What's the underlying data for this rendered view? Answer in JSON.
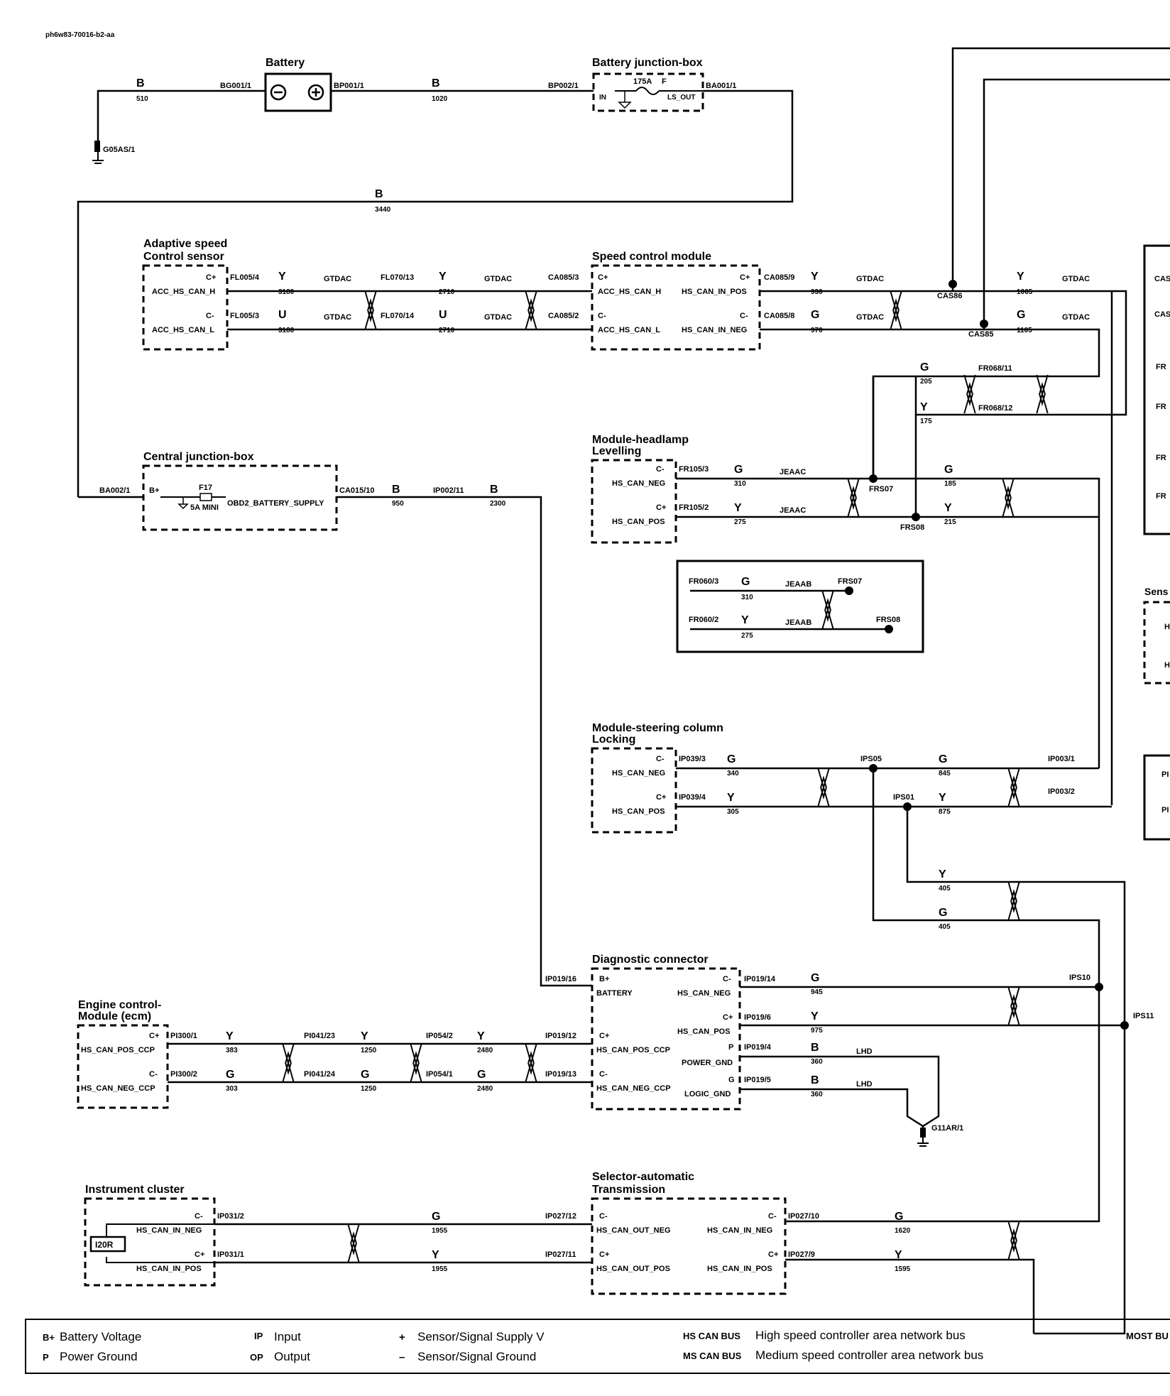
{
  "doc_id": "ph6w83-70016-b2-aa",
  "components": {
    "battery": "Battery",
    "bjb": "Battery junction-box",
    "acc_sensor_1": "Adaptive speed",
    "acc_sensor_2": "Control sensor",
    "scm": "Speed control module",
    "cjb": "Central junction-box",
    "headlamp_1": "Module-headlamp",
    "headlamp_2": "Levelling",
    "steering_1": "Module-steering column",
    "steering_2": "Locking",
    "diag": "Diagnostic connector",
    "ecm_1": "Engine control-",
    "ecm_2": "Module (ecm)",
    "cluster": "Instrument cluster",
    "selector_1": "Selector-automatic",
    "selector_2": "Transmission",
    "sens_cut": "Sens"
  },
  "fuses": {
    "main_rating": "175A",
    "main_type": "F",
    "f17": "F17",
    "f17_rating": "5A MINI"
  },
  "icons": [
    "ground-icon",
    "splice-dot",
    "twisted-pair-icon",
    "fuse-icon",
    "battery-icon",
    "connector-tab"
  ],
  "legend": {
    "col1": [
      {
        "code": "B+",
        "text": "Battery Voltage"
      },
      {
        "code": "P",
        "text": "Power Ground"
      }
    ],
    "col2": [
      {
        "code": "IP",
        "text": "Input"
      },
      {
        "code": "OP",
        "text": "Output"
      }
    ],
    "col3": [
      {
        "code": "+",
        "text": "Sensor/Signal Supply V"
      },
      {
        "code": "–",
        "text": "Sensor/Signal Ground"
      }
    ],
    "col4": [
      {
        "code": "HS CAN BUS",
        "text": "High speed controller area network bus"
      },
      {
        "code": "MS CAN BUS",
        "text": "Medium speed controller area network bus"
      }
    ],
    "col5_cut": "MOST BU"
  },
  "labels": {
    "bg001": "BG001/1",
    "bp001": "BP001/1",
    "bp002": "BP002/1",
    "ba001": "BA001/1",
    "g05as": "G05AS/1",
    "in": "IN",
    "ls_out": "LS_OUT",
    "B": "B",
    "Y": "Y",
    "G": "G",
    "U": "U",
    "n510": "510",
    "n1020": "1020",
    "n3440": "3440",
    "fl005_4": "FL005/4",
    "fl005_3": "FL005/3",
    "fl070_13": "FL070/13",
    "fl070_14": "FL070/14",
    "ca085_3": "CA085/3",
    "ca085_2": "CA085/2",
    "ca085_9": "CA085/9",
    "ca085_8": "CA085/8",
    "cplus": "C+",
    "cminus": "C-",
    "acc_h": "ACC_HS_CAN_H",
    "acc_l": "ACC_HS_CAN_L",
    "hs_can_in_pos": "HS_CAN_IN_POS",
    "hs_can_in_neg": "HS_CAN_IN_NEG",
    "hs_can_neg": "HS_CAN_NEG",
    "hs_can_pos": "HS_CAN_POS",
    "gtdac": "GTDAC",
    "jeaac": "JEAAC",
    "jeaab": "JEAAB",
    "lhd": "LHD",
    "n3180": "3180",
    "n2710": "2710",
    "n930": "930",
    "n970": "970",
    "cas86": "CAS86",
    "cas85": "CAS85",
    "n1065": "1065",
    "n1105": "1105",
    "fr068_11": "FR068/11",
    "fr068_12": "FR068/12",
    "n205": "205",
    "n175": "175",
    "fr105_3": "FR105/3",
    "fr105_2": "FR105/2",
    "n310": "310",
    "n275": "275",
    "frs07": "FRS07",
    "frs08": "FRS08",
    "n185": "185",
    "n215": "215",
    "fr060_3": "FR060/3",
    "fr060_2": "FR060/2",
    "ba002": "BA002/1",
    "bplus": "B+",
    "obd2": "OBD2_BATTERY_SUPPLY",
    "ca015": "CA015/10",
    "ip002": "IP002/11",
    "n950": "950",
    "n2300": "2300",
    "ip039_3": "IP039/3",
    "ip039_4": "IP039/4",
    "n340": "340",
    "n305": "305",
    "ips05": "IPS05",
    "ips01": "IPS01",
    "n845": "845",
    "n875": "875",
    "ip003_1": "IP003/1",
    "ip003_2": "IP003/2",
    "n405": "405",
    "ip019_16": "IP019/16",
    "battery_pin": "BATTERY",
    "ip019_14": "IP019/14",
    "ip019_6": "IP019/6",
    "ip019_4": "IP019/4",
    "ip019_5": "IP019/5",
    "ip019_12": "IP019/12",
    "ip019_13": "IP019/13",
    "n945": "945",
    "n975": "975",
    "n360": "360",
    "ips10": "IPS10",
    "ips11": "IPS11",
    "p": "P",
    "g": "G",
    "power_gnd": "POWER_GND",
    "logic_gnd": "LOGIC_GND",
    "g11ar": "G11AR/1",
    "pos_ccp": "HS_CAN_POS_CCP",
    "neg_ccp": "HS_CAN_NEG_CCP",
    "pi300_1": "PI300/1",
    "pi300_2": "PI300/2",
    "pi041_23": "PI041/23",
    "pi041_24": "PI041/24",
    "ip054_2": "IP054/2",
    "ip054_1": "IP054/1",
    "n383": "383",
    "n303": "303",
    "n1250": "1250",
    "n2480": "2480",
    "ip031_2": "IP031/2",
    "ip031_1": "IP031/1",
    "i20r": "I20R",
    "ip027_12": "IP027/12",
    "ip027_11": "IP027/11",
    "ip027_10": "IP027/10",
    "ip027_9": "IP027/9",
    "n1955": "1955",
    "n1620": "1620",
    "n1595": "1595",
    "hs_can_out_neg": "HS_CAN_OUT_NEG",
    "hs_can_out_pos": "HS_CAN_OUT_POS",
    "cas_cut": "CAS",
    "fr_cut": "FR",
    "h_cut": "H",
    "pi_cut": "PI"
  }
}
